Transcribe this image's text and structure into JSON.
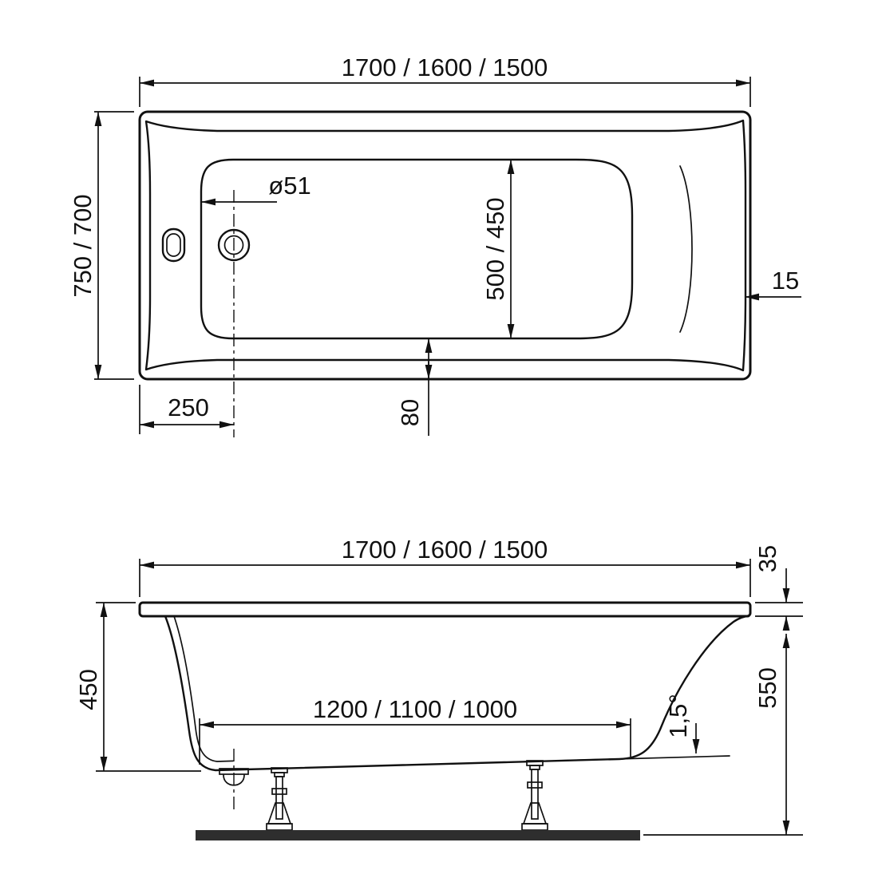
{
  "colors": {
    "line": "#111111",
    "background": "#ffffff",
    "base_board": "#2e2e2e"
  },
  "top_view": {
    "dim_length": "1700 / 1600 / 1500",
    "dim_width": "750 / 700",
    "dim_drain_diameter": "ø51",
    "dim_inner_width": "500 / 450",
    "dim_edge": "15",
    "dim_drain_offset": "250",
    "dim_bottom_edge": "80"
  },
  "side_view": {
    "dim_length": "1700 / 1600 / 1500",
    "dim_depth": "450",
    "dim_bottom_length": "1200 / 1100 / 1000",
    "dim_slope_angle": "1,5°",
    "dim_rim_height": "35",
    "dim_total_height": "550"
  }
}
